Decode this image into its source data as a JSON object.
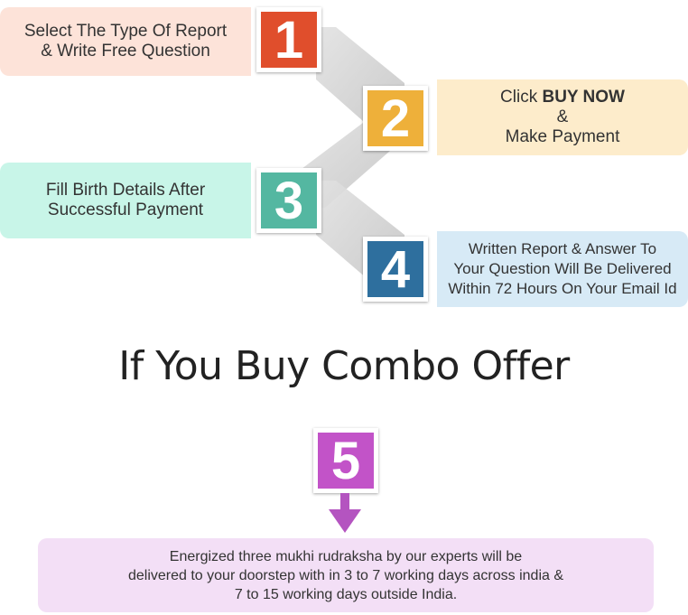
{
  "colors": {
    "step1_num": "#e04e2c",
    "step1_box": "#fde3d9",
    "step2_num": "#eeb03a",
    "step2_box": "#fdeccb",
    "step3_num": "#54b7a1",
    "step3_box": "#c8f5e8",
    "step4_num": "#2e6f9e",
    "step4_box": "#d7eaf6",
    "step5_num": "#c253c8",
    "step5_box": "#f3dff6",
    "arrow": "#b454c0",
    "ribbon": "#cfcfcf"
  },
  "steps": [
    {
      "number": "1",
      "lines": [
        "Select The Type Of Report",
        "& Write Free Question"
      ]
    },
    {
      "number": "2",
      "line1_prefix": "Click ",
      "line1_bold": "BUY NOW",
      "lines": [
        "&",
        "Make Payment"
      ]
    },
    {
      "number": "3",
      "lines": [
        "Fill Birth Details After",
        "Successful Payment"
      ]
    },
    {
      "number": "4",
      "lines": [
        "Written Report & Answer To",
        "Your Question Will Be Delivered",
        "Within 72 Hours On Your Email Id"
      ]
    }
  ],
  "combo": {
    "title": "If You Buy Combo Offer",
    "number": "5",
    "lines": [
      "Energized three mukhi rudraksha by our experts will be",
      "delivered to your doorstep with in 3 to 7 working days across india &",
      "7 to 15 working days outside India."
    ]
  }
}
